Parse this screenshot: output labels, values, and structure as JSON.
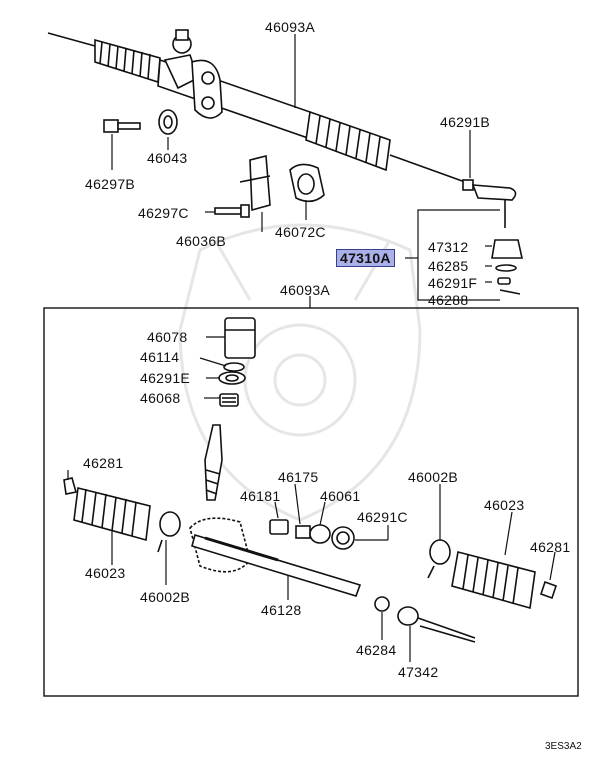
{
  "labels": {
    "l46093a_top": "46093A",
    "l46291b": "46291B",
    "l46043": "46043",
    "l46297b": "46297B",
    "l46297c": "46297C",
    "l46036b": "46036B",
    "l46072c": "46072C",
    "l47312": "47312",
    "l47310a": "47310A",
    "l46285": "46285",
    "l46291f": "46291F",
    "l46288": "46288",
    "l46093a_box": "46093A",
    "l46078": "46078",
    "l46114": "46114",
    "l46291e": "46291E",
    "l46068": "46068",
    "l46281_left": "46281",
    "l46175": "46175",
    "l46181": "46181",
    "l46061": "46061",
    "l46002b_right": "46002B",
    "l46023_right": "46023",
    "l46291c": "46291C",
    "l46281_right": "46281",
    "l46023_left": "46023",
    "l46002b_left": "46002B",
    "l46128": "46128",
    "l46284": "46284",
    "l47342": "47342"
  },
  "diagram_code": "3ES3A2",
  "highlight_color": "#aab0e8"
}
